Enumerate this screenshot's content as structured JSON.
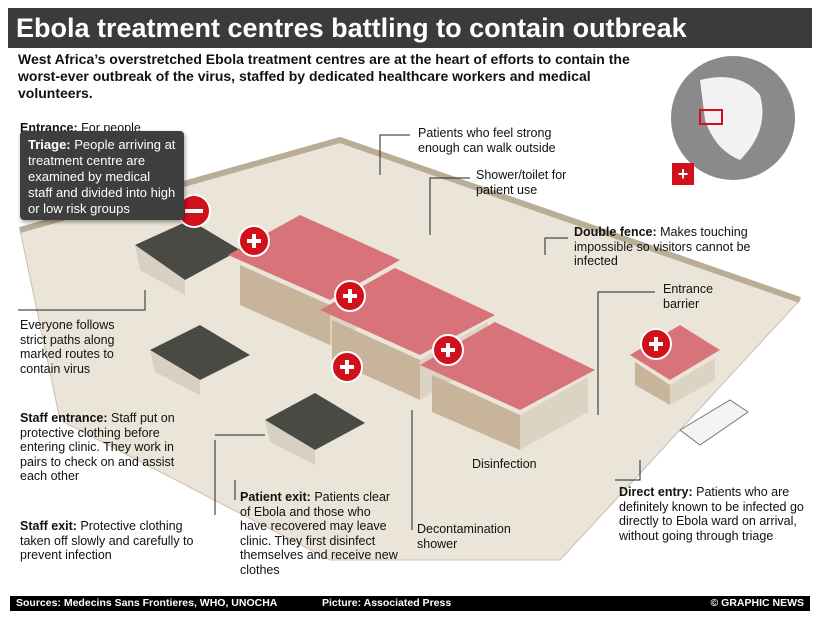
{
  "title": "Ebola treatment centres battling to contain outbreak",
  "subtitle": "West Africa’s overstretched Ebola treatment centres are at the heart of efforts to contain the worst-ever outbreak of the virus, staffed by dedicated healthcare workers and medical volunteers.",
  "labels": {
    "entrance": {
      "head": "Entrance:",
      "text": " For people"
    },
    "triage": {
      "head": "Triage:",
      "text": " People arriving at treatment centre are examined by medical staff and divided into high or low risk groups"
    },
    "walk_outside": "Patients who feel strong enough can walk outside",
    "shower_toilet": "Shower/toilet for patient use",
    "double_fence": {
      "head": "Double fence:",
      "text": " Makes touching impossible so visitors cannot be infected"
    },
    "entrance_barrier": "Entrance barrier",
    "paths": "Everyone follows strict paths along marked routes to contain virus",
    "staff_entrance": {
      "head": "Staff entrance:",
      "text": " Staff put on protective clothing before entering clinic. They work in pairs to check on and assist each other"
    },
    "disinfection": "Disinfection",
    "patient_exit": {
      "head": "Patient exit:",
      "text": " Patients clear of Ebola and those who have recovered may leave clinic. They first disinfect themselves and receive new clothes"
    },
    "decon_shower": "Decontamination shower",
    "direct_entry": {
      "head": "Direct entry:",
      "text": " Patients who are definitely known to be infected go directly to Ebola ward on arrival, without going through triage"
    },
    "staff_exit": {
      "head": "Staff exit:",
      "text": " Protective clothing taken off slowly and carefully to prevent infection"
    }
  },
  "footer": {
    "sources": "Sources: Medecins Sans Frontieres, WHO, UNOCHA",
    "picture": "Picture: Associated Press",
    "credit": "© GRAPHIC NEWS"
  },
  "colors": {
    "title_bg": "#3b3b3b",
    "accent_red": "#d0101a",
    "roof": "#d9737a",
    "ground": "#e8e2d6"
  }
}
